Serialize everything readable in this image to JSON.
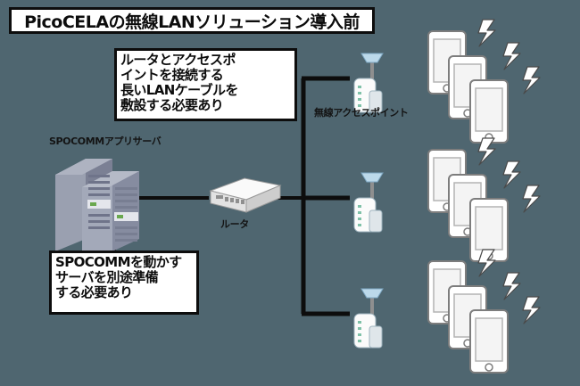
{
  "diagram": {
    "title": "PicoCELAの無線LANソリューション導入前",
    "background_color": "#4f6670",
    "line_color": "#0d0d0d",
    "box_fill": "#ffffff",
    "callouts": [
      {
        "id": "cable-callout",
        "text": "ルータとアクセスポ\nイントを接続する\n長いLANケーブルを\n敷設する必要あり"
      },
      {
        "id": "server-callout",
        "text": "SPOCOMMを動かす\nサーバを別途準備\nする必要あり"
      }
    ],
    "devices": {
      "server": {
        "label": "SPOCOMMアプリサーバ",
        "icon": "server-tower-icon",
        "body_color": "#8e94a6",
        "accent_color": "#6aa84f"
      },
      "router": {
        "label": "ルータ",
        "icon": "router-switch-icon",
        "body_color": "#f0f0f0"
      },
      "access_point": {
        "label": "無線アクセスポイント",
        "icon": "wireless-access-point-icon",
        "body_color": "#fbfbfb",
        "antenna_color": "#bcd9ea",
        "count": 3
      },
      "smartphone": {
        "icon": "smartphone-icon",
        "body_color": "#ffffff",
        "border_color": "#808080",
        "groups": 3,
        "per_group": 3
      },
      "signal": {
        "icon": "lightning-bolt-icon",
        "color": "#ffffff",
        "per_group": 3
      }
    }
  }
}
